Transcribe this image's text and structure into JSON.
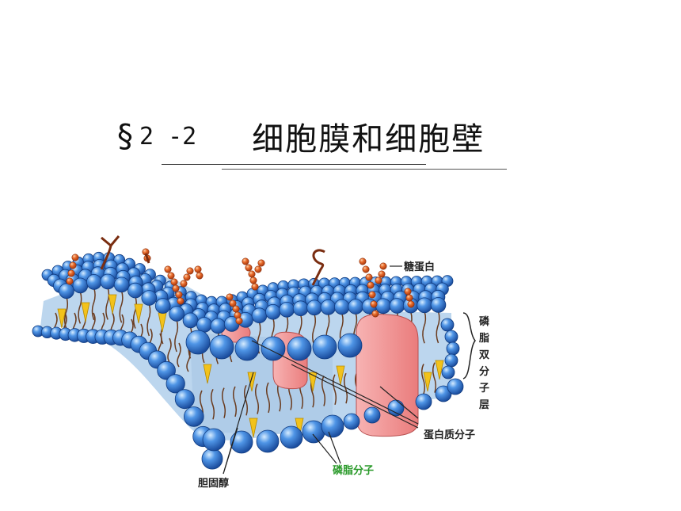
{
  "title": {
    "section_mark": "§",
    "section_number": "2 -2",
    "heading": "细胞膜和细胞壁"
  },
  "diagram": {
    "labels": {
      "glycoprotein": "糖蛋白",
      "phospholipid_bilayer": "磷脂双分子层",
      "protein_molecule": "蛋白质分子",
      "phospholipid_molecule": "磷脂分子",
      "cholesterol": "胆固醇"
    },
    "colors": {
      "phospholipid_head": "#2f74d0",
      "protein": "#f08a8a",
      "cholesterol": "#f2c21b",
      "membrane_interior": "#bcd6ee",
      "glycoprotein_chain": "#d9541c",
      "phospholipid_label": "#2a9a2a"
    }
  }
}
